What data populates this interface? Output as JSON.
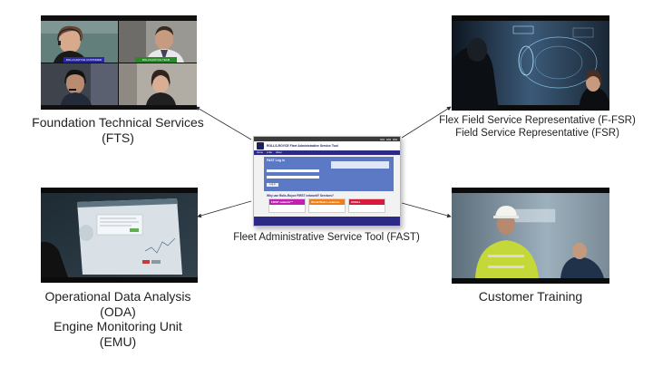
{
  "captions": {
    "fts": {
      "line1": "Foundation Technical Services",
      "line2": "(FTS)"
    },
    "ffsr": {
      "line1": "Flex Field Service Representative (F-FSR)",
      "line2": "Field Service Representative  (FSR)"
    },
    "fast": {
      "line1": "Fleet Administrative Service Tool (FAST)"
    },
    "oda": {
      "line1": "Operational Data Analysis",
      "line2": "(ODA)",
      "line3": "Engine Monitoring Unit",
      "line4": "(EMU)"
    },
    "training": {
      "line1": "Customer Training"
    }
  },
  "fast_portal": {
    "title": "ROLLS-ROYCE Fleet Administrative Service Tool",
    "nav": [
      "Home",
      "Links",
      "About"
    ],
    "login_title": "FAST Log in",
    "button": "Log in",
    "why": "Why use Rolls-Royce FIRST network® Services?",
    "cards": [
      {
        "label": "FIRST network™",
        "color": "#c21fb3"
      },
      {
        "label": "World Wide Locations",
        "color": "#f07d16"
      },
      {
        "label": "AVIALL",
        "color": "#d81b3c"
      }
    ]
  },
  "fts_video": {
    "name_tag_1": "ROLLS-ROYCE CUSTOMER",
    "name_tag_2": "ROLLS-ROYCE TEAM"
  },
  "colors": {
    "arrow": "#2b2b2b",
    "fast_accent": "#2d2a86",
    "fts_tag_1": "#2a2a9e",
    "fts_tag_2": "#2a8a2a"
  }
}
